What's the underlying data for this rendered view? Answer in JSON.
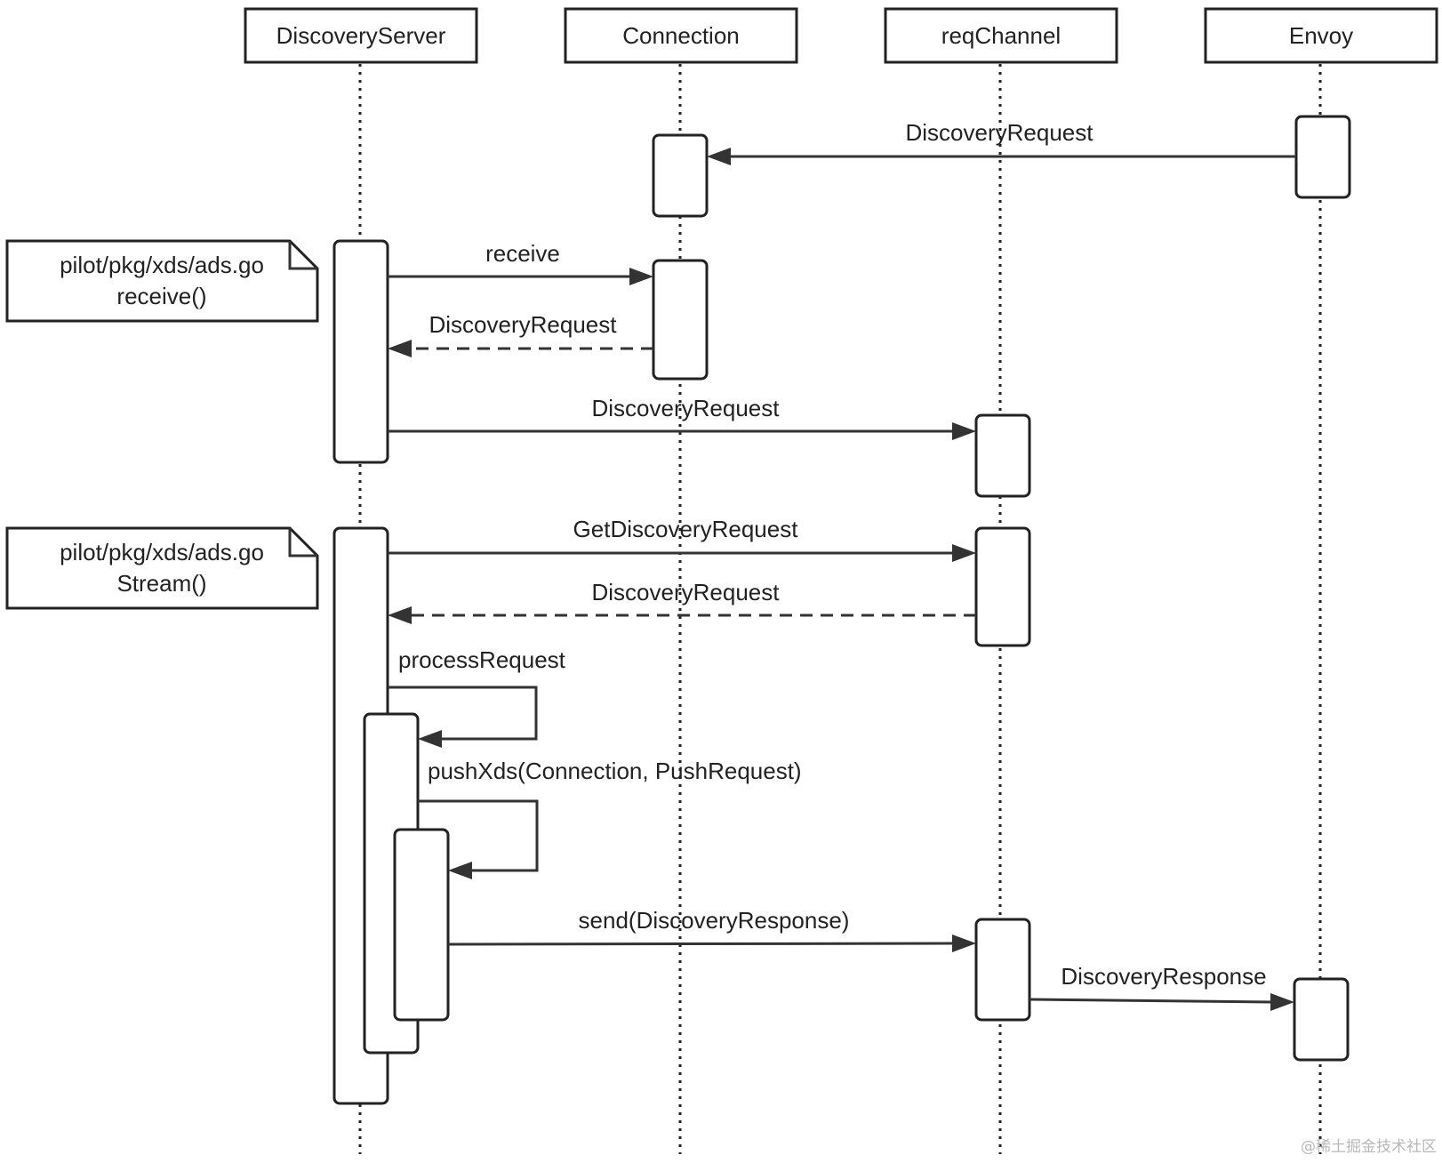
{
  "participants": [
    "DiscoveryServer",
    "Connection",
    "reqChannel",
    "Envoy"
  ],
  "notes": [
    {
      "file": "pilot/pkg/xds/ads.go",
      "func": "receive()"
    },
    {
      "file": "pilot/pkg/xds/ads.go",
      "func": "Stream()"
    }
  ],
  "messages": [
    {
      "label": "DiscoveryRequest",
      "from": "Envoy",
      "to": "Connection",
      "style": "solid"
    },
    {
      "label": "receive",
      "from": "DiscoveryServer",
      "to": "Connection",
      "style": "solid"
    },
    {
      "label": "DiscoveryRequest",
      "from": "Connection",
      "to": "DiscoveryServer",
      "style": "dashed"
    },
    {
      "label": "DiscoveryRequest",
      "from": "DiscoveryServer",
      "to": "reqChannel",
      "style": "solid"
    },
    {
      "label": "GetDiscoveryRequest",
      "from": "DiscoveryServer",
      "to": "reqChannel",
      "style": "solid"
    },
    {
      "label": "DiscoveryRequest",
      "from": "reqChannel",
      "to": "DiscoveryServer",
      "style": "dashed"
    },
    {
      "label": "processRequest",
      "from": "DiscoveryServer",
      "to": "DiscoveryServer",
      "style": "self"
    },
    {
      "label": "pushXds(Connection, PushRequest)",
      "from": "DiscoveryServer",
      "to": "DiscoveryServer",
      "style": "self"
    },
    {
      "label": "send(DiscoveryResponse)",
      "from": "DiscoveryServer",
      "to": "reqChannel",
      "style": "solid"
    },
    {
      "label": "DiscoveryResponse",
      "from": "reqChannel",
      "to": "Envoy",
      "style": "solid"
    }
  ],
  "watermark": "@稀土掘金技术社区"
}
